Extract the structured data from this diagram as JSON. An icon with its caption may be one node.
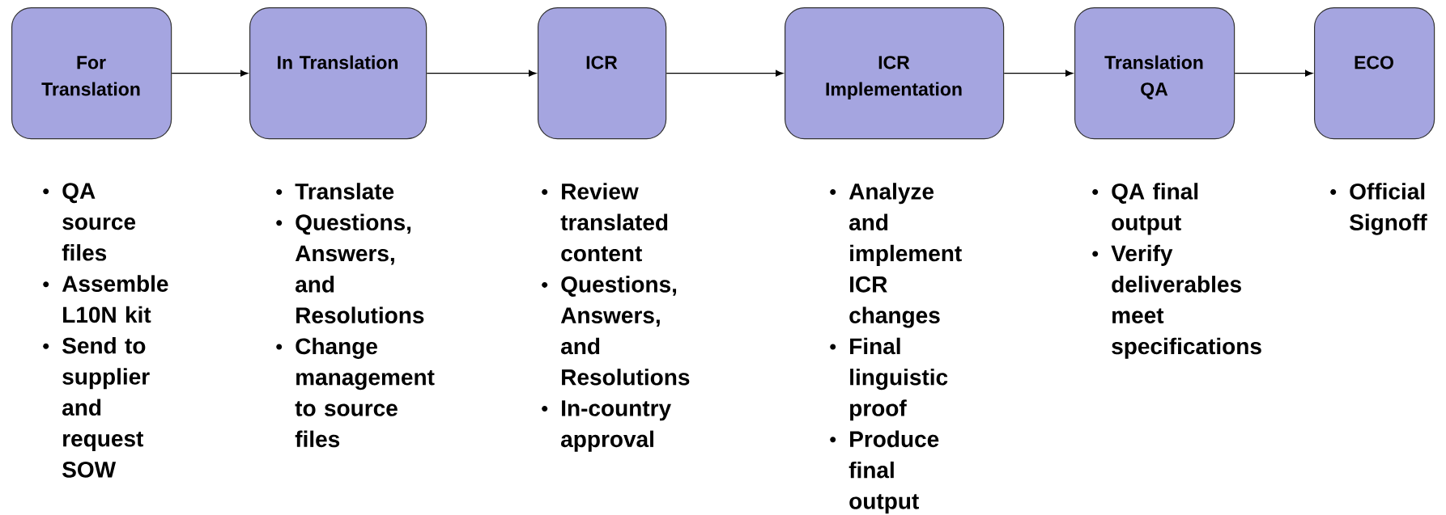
{
  "diagram": {
    "nodes": [
      {
        "text": [
          "For Translation"
        ],
        "beside": [
          "QA source files",
          "Assemble L10N kit",
          "Send to supplier and request SOW"
        ]
      },
      {
        "text": [
          "In Translation"
        ],
        "beside": [
          "Translate",
          "Questions, Answers, and Resolutions",
          "Change management to source files"
        ]
      },
      {
        "text": [
          "ICR"
        ],
        "beside": [
          "Review translated content",
          "Questions, Answers, and Resolutions",
          "In-country approval"
        ]
      },
      {
        "text": [
          "ICR Implementation"
        ],
        "beside": [
          "Analyze and implement ICR changes",
          "Final linguistic proof",
          "Produce final output"
        ]
      },
      {
        "text": [
          "Translation QA"
        ],
        "beside": [
          "QA final output",
          "Verify deliverables meet specifications"
        ]
      },
      {
        "text": [
          "ECO"
        ],
        "beside": [
          "Official Signoff"
        ]
      }
    ],
    "edges": [
      {
        "from": 0,
        "to": 1,
        "arrow": "to"
      },
      {
        "from": 1,
        "to": 2,
        "arrow": "to"
      },
      {
        "from": 2,
        "to": 3,
        "arrow": "to"
      },
      {
        "from": 3,
        "to": 4,
        "arrow": "to"
      },
      {
        "from": 4,
        "to": 5,
        "arrow": "to"
      }
    ]
  }
}
